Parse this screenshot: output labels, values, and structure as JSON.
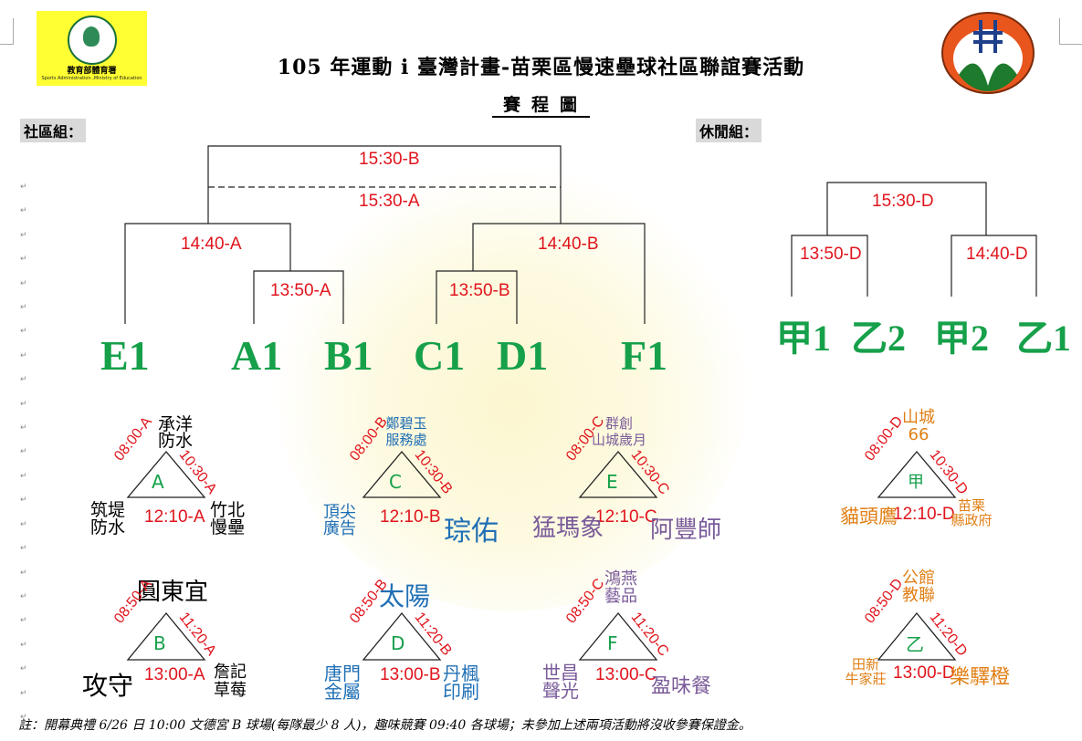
{
  "header": {
    "logo_left_cn": "教育部體育署",
    "logo_left_en": "Sports Administration ,Ministry of Education",
    "title": "105 年運動 i 臺灣計畫-苗栗區慢速壘球社區聯誼賽活動",
    "subtitle": "賽程圖"
  },
  "sections": {
    "community": "社區組：",
    "leisure": "休閒組："
  },
  "bracket_times": {
    "final_b": "15:30-B",
    "final_a": "15:30-A",
    "semi_left": "14:40-A",
    "qf_left": "13:50-A",
    "qf_right": "13:50-B",
    "semi_right": "14:40-B",
    "leisure_final": "15:30-D",
    "leisure_left": "13:50-D",
    "leisure_right": "14:40-D"
  },
  "teams": {
    "community": [
      "E1",
      "A1",
      "B1",
      "C1",
      "D1",
      "F1"
    ],
    "leisure": [
      "甲1",
      "乙2",
      "甲2",
      "乙1"
    ]
  },
  "groups": [
    {
      "letter": "A",
      "top": [
        "承洋",
        "防水"
      ],
      "left_time": "08:00-A",
      "right_time": "10:30-A",
      "bottom_time": "12:10-A",
      "bl": [
        "筑堤",
        "防水"
      ],
      "br": [
        "竹北",
        "慢壘"
      ]
    },
    {
      "letter": "C",
      "top": [
        "鄭碧玉",
        "服務處"
      ],
      "left_time": "08:00-B",
      "right_time": "10:30-B",
      "bottom_time": "12:10-B",
      "bl": [
        "頂尖",
        "廣告"
      ],
      "br": [
        "琮佑"
      ]
    },
    {
      "letter": "E",
      "top": [
        "群創",
        "山城歲月"
      ],
      "left_time": "08:00-C",
      "right_time": "10:30-C",
      "bottom_time": "12:10-C",
      "bl": [
        "猛瑪象"
      ],
      "br": [
        "阿豐師"
      ]
    },
    {
      "letter": "甲",
      "top": [
        "山城",
        "66"
      ],
      "left_time": "08:00-D",
      "right_time": "10:30-D",
      "bottom_time": "12:10-D",
      "bl": [
        "貓頭鷹"
      ],
      "br": [
        "苗栗",
        "縣政府"
      ]
    },
    {
      "letter": "B",
      "top": [
        "圓東宜"
      ],
      "left_time": "08:50-A",
      "right_time": "11:20-A",
      "bottom_time": "13:00-A",
      "bl": [
        "攻守"
      ],
      "br": [
        "詹記",
        "草莓"
      ]
    },
    {
      "letter": "D",
      "top": [
        "太陽"
      ],
      "left_time": "08:50-B",
      "right_time": "11:20-B",
      "bottom_time": "13:00-B",
      "bl": [
        "唐門",
        "金屬"
      ],
      "br": [
        "丹楓",
        "印刷"
      ]
    },
    {
      "letter": "F",
      "top": [
        "鴻燕",
        "藝品"
      ],
      "left_time": "08:50-C",
      "right_time": "11:20-C",
      "bottom_time": "13:00-C",
      "bl": [
        "世昌",
        "聲光"
      ],
      "br": [
        "盈味餐"
      ]
    },
    {
      "letter": "乙",
      "top": [
        "公館",
        "教聯"
      ],
      "left_time": "08:50-D",
      "right_time": "11:20-D",
      "bottom_time": "13:00-D",
      "bl": [
        "田新",
        "牛家莊"
      ],
      "br": [
        "樂驛橙"
      ]
    }
  ],
  "footer": "註：開幕典禮 6/26 日 10:00 文德宮 B 球場(每隊最少 8 人)，趣味競賽 09:40 各球場；未參加上述兩項活動將沒收參賽保證金。",
  "colors": {
    "team": "#16a04a",
    "time": "#e0141c",
    "blue": "#1f6fb5",
    "purple": "#7a5b9a",
    "orange": "#e07f15"
  }
}
